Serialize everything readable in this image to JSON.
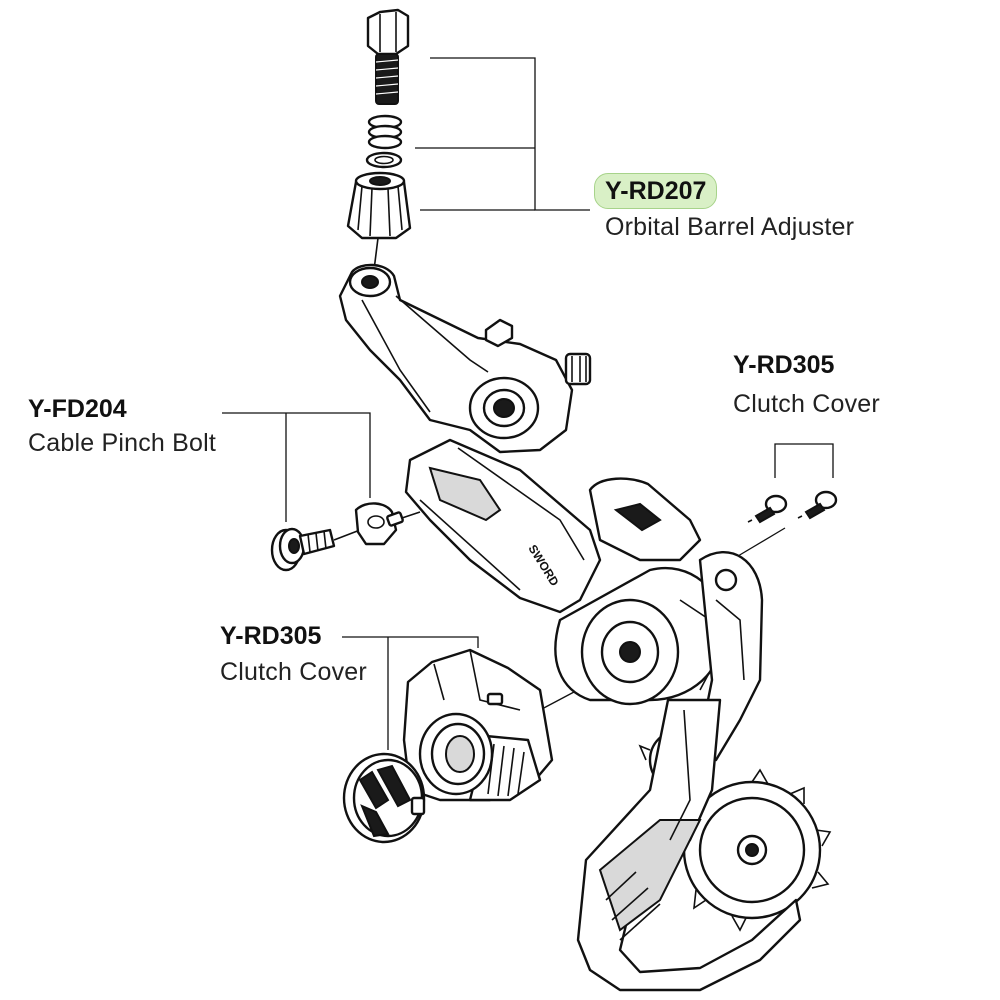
{
  "callouts": [
    {
      "id": "orbital-barrel-adjuster",
      "code": "Y-RD207",
      "name": "Orbital Barrel Adjuster",
      "highlighted": true
    },
    {
      "id": "cable-pinch-bolt",
      "code": "Y-FD204",
      "name": "Cable Pinch Bolt",
      "highlighted": false
    },
    {
      "id": "clutch-cover-right",
      "code": "Y-RD305",
      "name": "Clutch Cover",
      "highlighted": false
    },
    {
      "id": "clutch-cover-left",
      "code": "Y-RD305",
      "name": "Clutch Cover",
      "highlighted": false
    }
  ],
  "brand_marking": "SWORD",
  "colors": {
    "highlight_fill": "#d9f0c6",
    "highlight_border": "#a7d38a",
    "line": "#111111"
  }
}
